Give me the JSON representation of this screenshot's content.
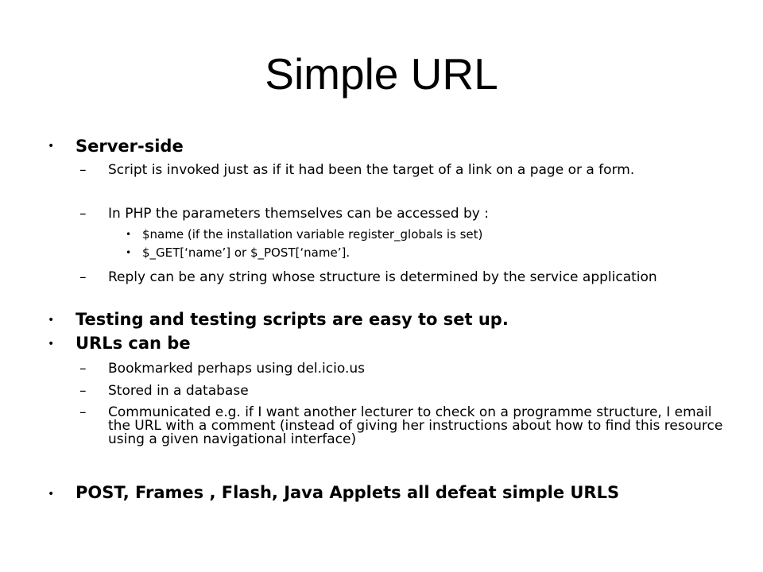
{
  "slide": {
    "title": "Simple URL",
    "bullet_symbol": "•",
    "dash_symbol": "–",
    "sub_bullet_symbol": "•",
    "items": [
      {
        "text": "Server-side",
        "children": [
          {
            "text": "Script is invoked just as if it had been the target of a link on a page or a form."
          },
          {
            "text": "In PHP the parameters themselves can be accessed by :",
            "children": [
              {
                "text": " $name (if the installation variable register_globals is set)"
              },
              {
                "text": "$_GET[‘name’]  or $_POST[‘name’]."
              }
            ]
          },
          {
            "text": "Reply can be any string whose structure is determined by the service application"
          }
        ]
      },
      {
        "text": "Testing and testing scripts are easy to set up."
      },
      {
        "text": "URLs can be",
        "children": [
          {
            "text": "Bookmarked perhaps using del.icio.us"
          },
          {
            "text": "Stored in a database"
          },
          {
            "text": "Communicated e.g. if I want another lecturer to check on a programme structure, I email the URL with a comment (instead of giving her instructions about how to find this resource using a given navigational interface)"
          }
        ]
      },
      {
        "text": "POST, Frames , Flash, Java Applets all defeat simple URLS"
      }
    ]
  }
}
